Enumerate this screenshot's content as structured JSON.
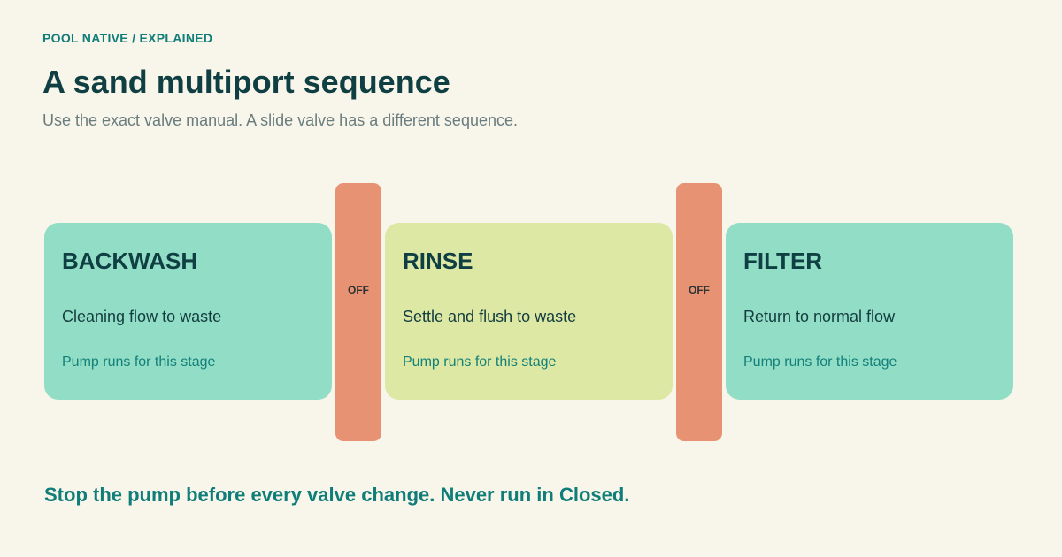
{
  "header": {
    "eyebrow": "POOL NATIVE / EXPLAINED",
    "title": "A sand multiport sequence",
    "subtitle": "Use the exact valve manual. A slide valve has a different sequence."
  },
  "stages": [
    {
      "name": "BACKWASH",
      "description": "Cleaning flow to waste",
      "note": "Pump runs for this stage",
      "color": "#92ddc5"
    },
    {
      "name": "RINSE",
      "description": "Settle and flush to waste",
      "note": "Pump runs for this stage",
      "color": "#dce8a3"
    },
    {
      "name": "FILTER",
      "description": "Return to normal flow",
      "note": "Pump runs for this stage",
      "color": "#92ddc5"
    }
  ],
  "transitions": [
    {
      "label": "OFF",
      "color": "#e89274"
    },
    {
      "label": "OFF",
      "color": "#e89274"
    }
  ],
  "footer": {
    "warning": "Stop the pump before every valve change. Never run in Closed."
  }
}
